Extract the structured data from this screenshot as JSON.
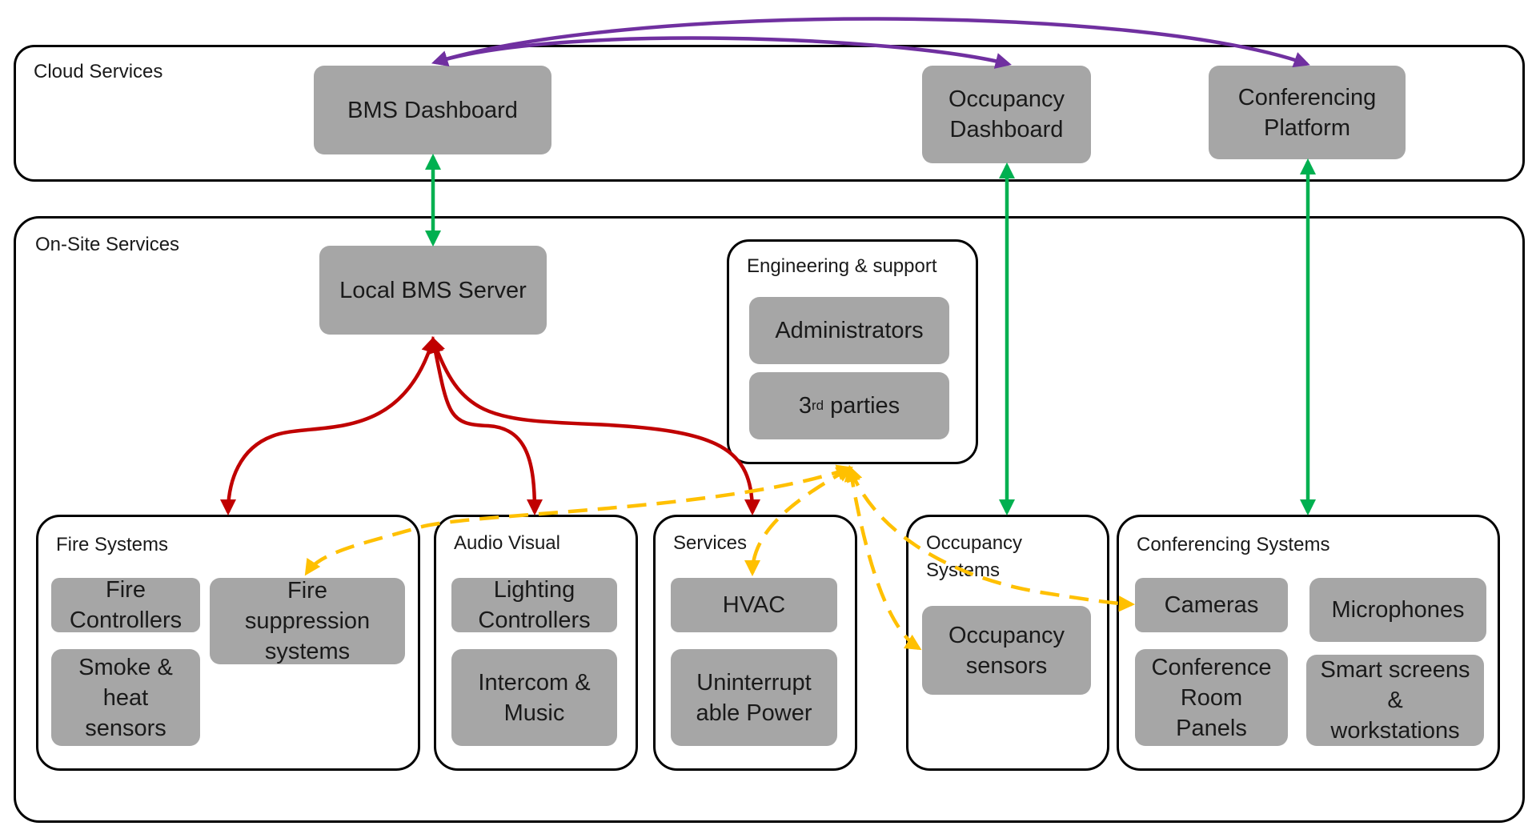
{
  "containers": {
    "cloud": "Cloud Services",
    "onsite": "On-Site Services",
    "engineering": "Engineering & support",
    "fire": "Fire Systems",
    "av": "Audio Visual",
    "services": "Services",
    "occupancy": "Occupancy\nSystems",
    "conferencing": "Conferencing Systems"
  },
  "nodes": {
    "bms_dashboard": "BMS Dashboard",
    "occupancy_dashboard": "Occupancy\nDashboard",
    "conferencing_platform": "Conferencing\nPlatform",
    "local_bms_server": "Local BMS Server",
    "administrators": "Administrators",
    "third_parties_ord": "3",
    "third_parties_sup": "rd",
    "third_parties_rest": " parties",
    "fire_controllers": "Fire\nControllers",
    "fire_suppression": "Fire\nsuppression\nsystems",
    "smoke_heat": "Smoke &\nheat\nsensors",
    "lighting_controllers": "Lighting\nControllers",
    "intercom_music": "Intercom &\nMusic",
    "hvac": "HVAC",
    "ups": "Uninterrupt\nable Power",
    "occupancy_sensors": "Occupancy\nsensors",
    "cameras": "Cameras",
    "microphones": "Microphones",
    "conference_panels": "Conference\nRoom\nPanels",
    "smart_screens": "Smart screens\n&\nworkstations"
  },
  "colors": {
    "purple": "#7030a0",
    "green": "#00b050",
    "red": "#c00000",
    "yellow": "#ffc000",
    "node_fill": "#a6a6a6"
  }
}
